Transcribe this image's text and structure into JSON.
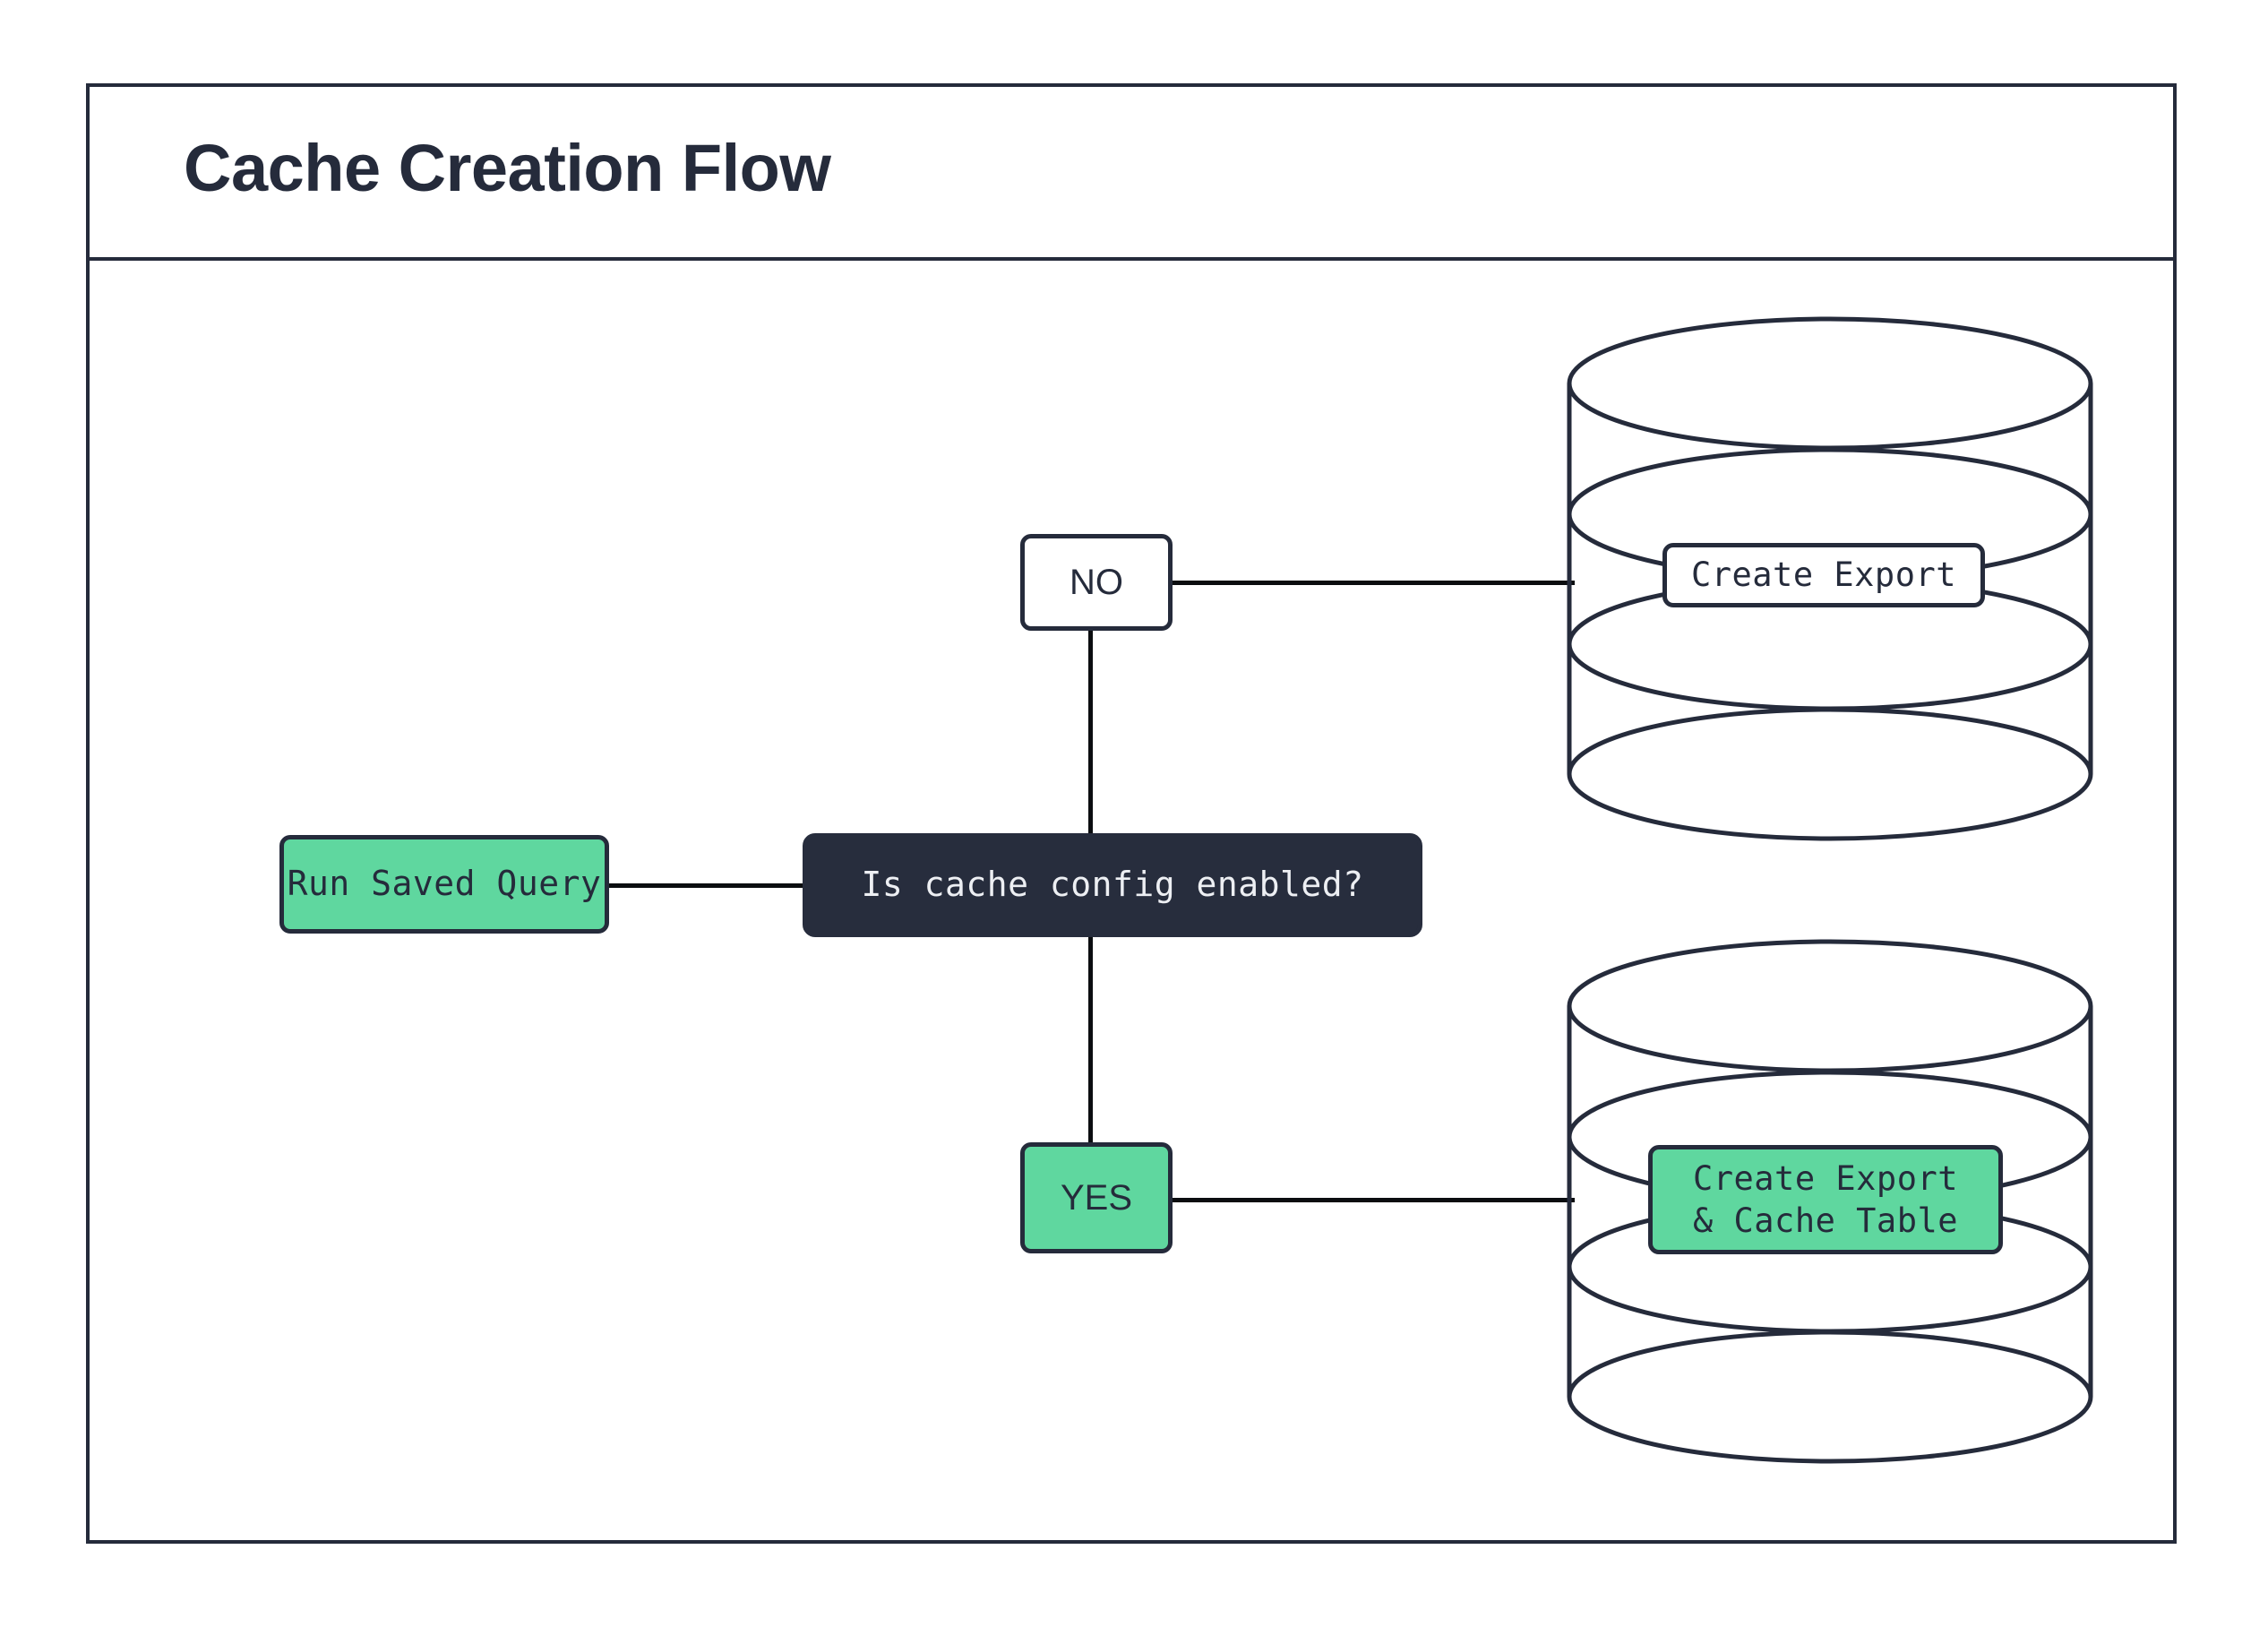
{
  "diagram": {
    "title": "Cache Creation Flow",
    "colors": {
      "accent_green": "#5FD79F",
      "dark_navy": "#252B3B",
      "decision_fill": "#272D3D",
      "connector": "#0B0D10",
      "background": "#FFFFFF"
    },
    "nodes": {
      "run_saved_query": {
        "label": "Run Saved Query",
        "shape": "rounded-rect",
        "fill": "green"
      },
      "decision": {
        "label": "Is cache config enabled?",
        "shape": "rounded-rect",
        "fill": "dark"
      },
      "branch_no": {
        "label": "NO",
        "shape": "rounded-rect",
        "fill": "white"
      },
      "branch_yes": {
        "label": "YES",
        "shape": "rounded-rect",
        "fill": "green"
      },
      "db_export": {
        "shape": "database-cylinder",
        "label": "Create Export",
        "label_fill": "white"
      },
      "db_export_cache": {
        "shape": "database-cylinder",
        "label": "Create Export\n& Cache Table",
        "label_fill": "green"
      }
    },
    "edges": [
      {
        "from": "run_saved_query",
        "to": "decision",
        "label": ""
      },
      {
        "from": "decision",
        "to": "branch_no",
        "label": "NO"
      },
      {
        "from": "decision",
        "to": "branch_yes",
        "label": "YES"
      },
      {
        "from": "branch_no",
        "to": "db_export",
        "label": ""
      },
      {
        "from": "branch_yes",
        "to": "db_export_cache",
        "label": ""
      }
    ]
  }
}
